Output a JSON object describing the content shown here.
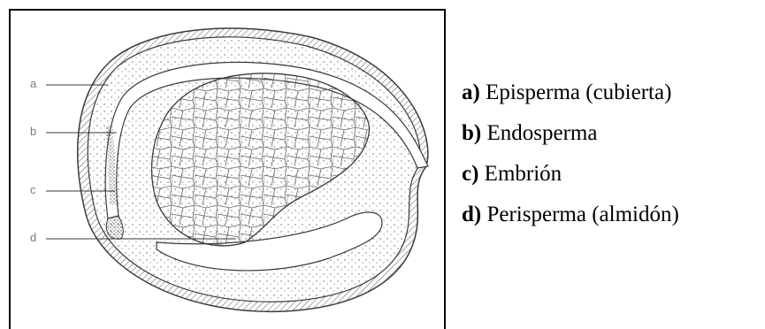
{
  "diagram": {
    "labels": [
      "a",
      "b",
      "c",
      "d"
    ]
  },
  "legend": [
    {
      "letter": "a)",
      "text": " Episperma (cubierta)"
    },
    {
      "letter": "b)",
      "text": " Endosperma"
    },
    {
      "letter": "c)",
      "text": " Embrión"
    },
    {
      "letter": "d)",
      "text": " Perisperma (almidón)"
    }
  ],
  "colors": {
    "line": "#3a3a3a",
    "label": "#7a7a7a",
    "text": "#000000"
  }
}
